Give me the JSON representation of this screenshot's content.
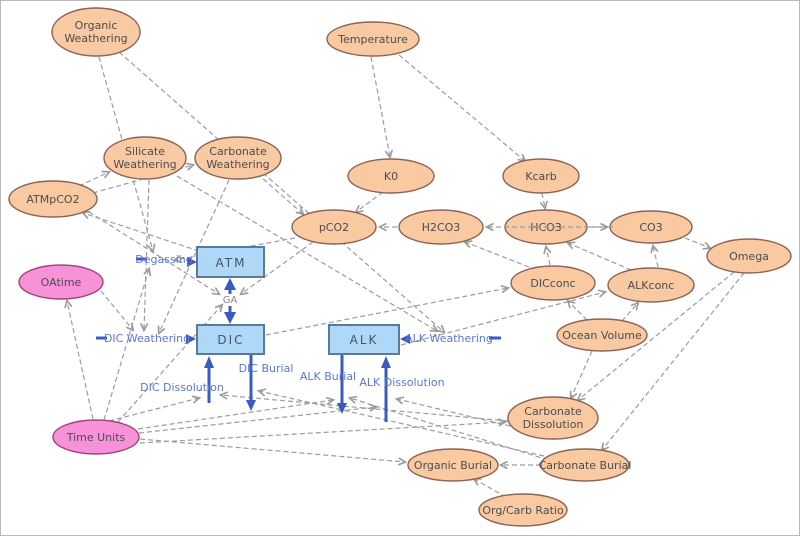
{
  "diagram": {
    "stocks": [
      {
        "id": "atm",
        "label": "ATM"
      },
      {
        "id": "dic",
        "label": "DIC"
      },
      {
        "id": "alk",
        "label": "ALK"
      }
    ],
    "variables": [
      {
        "id": "organic-weathering",
        "line1": "Organic",
        "line2": "Weathering"
      },
      {
        "id": "temperature",
        "line1": "Temperature"
      },
      {
        "id": "silicate-weathering",
        "line1": "Silicate",
        "line2": "Weathering"
      },
      {
        "id": "carbonate-weathering",
        "line1": "Carbonate",
        "line2": "Weathering"
      },
      {
        "id": "atmpco2",
        "line1": "ATMpCO2"
      },
      {
        "id": "k0",
        "line1": "K0"
      },
      {
        "id": "kcarb",
        "line1": "Kcarb"
      },
      {
        "id": "pco2",
        "line1": "pCO2"
      },
      {
        "id": "h2co3",
        "line1": "H2CO3"
      },
      {
        "id": "hco3",
        "line1": "HCO3"
      },
      {
        "id": "co3",
        "line1": "CO3"
      },
      {
        "id": "omega",
        "line1": "Omega"
      },
      {
        "id": "dicconc",
        "line1": "DICconc"
      },
      {
        "id": "alkconc",
        "line1": "ALKconc"
      },
      {
        "id": "ocean-volume",
        "line1": "Ocean Volume"
      },
      {
        "id": "oatime",
        "line1": "OAtime"
      },
      {
        "id": "time-units",
        "line1": "Time Units"
      },
      {
        "id": "carbonate-dissolution",
        "line1": "Carbonate",
        "line2": "Dissolution"
      },
      {
        "id": "organic-burial",
        "line1": "Organic Burial"
      },
      {
        "id": "carbonate-burial",
        "line1": "Carbonate Burial"
      },
      {
        "id": "org-carb-ratio",
        "line1": "Org/Carb Ratio"
      }
    ],
    "flows": [
      {
        "id": "degassing",
        "label": "Degassing"
      },
      {
        "id": "ga",
        "label": "GA"
      },
      {
        "id": "dic-weathering",
        "label": "DIC Weathering"
      },
      {
        "id": "dic-burial",
        "label": "DIC Burial"
      },
      {
        "id": "dic-dissolution",
        "label": "DIC Dissolution"
      },
      {
        "id": "alk-weathering",
        "label": "ALK Weathering"
      },
      {
        "id": "alk-burial",
        "label": "ALK Burial"
      },
      {
        "id": "alk-dissolution",
        "label": "ALK Dissolution"
      }
    ],
    "colors": {
      "variable_fill": "#F9C9A2",
      "variable_stroke": "#8B6355",
      "exogenous_fill": "#F792D9",
      "exogenous_stroke": "#A3407E",
      "stock_fill": "#AFD7F7",
      "stock_stroke": "#5B7A96",
      "flow_blue": "#3A5BC4",
      "flow_label_blue": "#5E77CF",
      "connector_gray": "#9C9C9C"
    }
  }
}
